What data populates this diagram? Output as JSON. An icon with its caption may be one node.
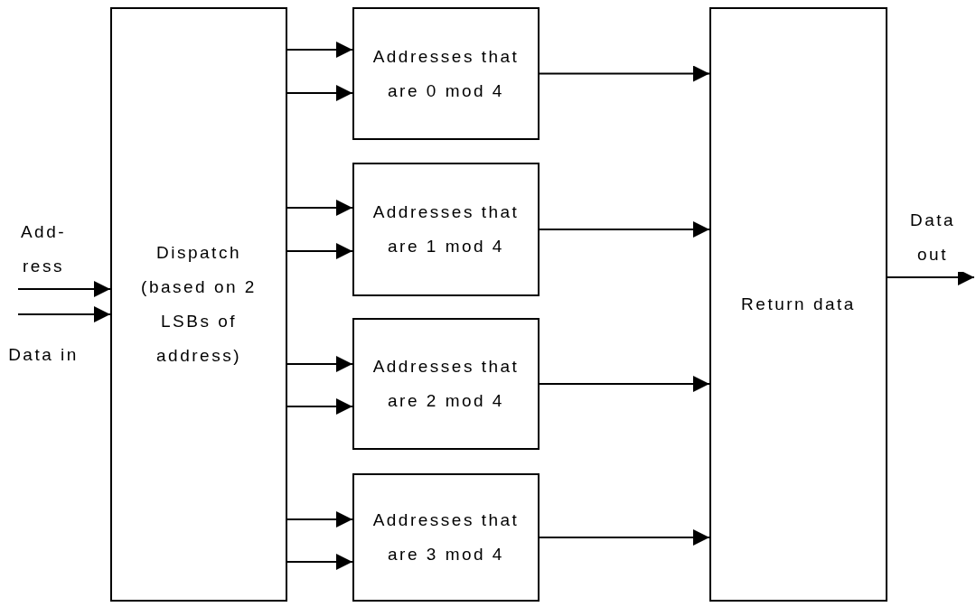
{
  "diagram": {
    "nodes": [
      {
        "text": [
          "Dispatch (based on 2 LSBs of address)"
        ]
      },
      {
        "text": [
          "Addresses that are 0 mod 4"
        ]
      },
      {
        "text": [
          "Addresses that are 1 mod 4"
        ]
      },
      {
        "text": [
          "Addresses that are 2 mod 4"
        ]
      },
      {
        "text": [
          "Addresses that are 3 mod 4"
        ]
      },
      {
        "text": [
          "Return data"
        ]
      }
    ],
    "edges": [
      {
        "from": null,
        "to": 0,
        "arrow": "to",
        "label": "Add- ress"
      },
      {
        "from": null,
        "to": 0,
        "arrow": "to",
        "label": "Data in"
      },
      {
        "from": 0,
        "to": 1,
        "arrow": "to"
      },
      {
        "from": 0,
        "to": 1,
        "arrow": "to"
      },
      {
        "from": 0,
        "to": 2,
        "arrow": "to"
      },
      {
        "from": 0,
        "to": 2,
        "arrow": "to"
      },
      {
        "from": 0,
        "to": 3,
        "arrow": "to"
      },
      {
        "from": 0,
        "to": 3,
        "arrow": "to"
      },
      {
        "from": 0,
        "to": 4,
        "arrow": "to"
      },
      {
        "from": 0,
        "to": 4,
        "arrow": "to"
      },
      {
        "from": 1,
        "to": 5,
        "arrow": "to"
      },
      {
        "from": 2,
        "to": 5,
        "arrow": "to"
      },
      {
        "from": 3,
        "to": 5,
        "arrow": "to"
      },
      {
        "from": 4,
        "to": 5,
        "arrow": "to"
      },
      {
        "from": 5,
        "to": null,
        "arrow": "to",
        "label": "Data out"
      }
    ]
  }
}
